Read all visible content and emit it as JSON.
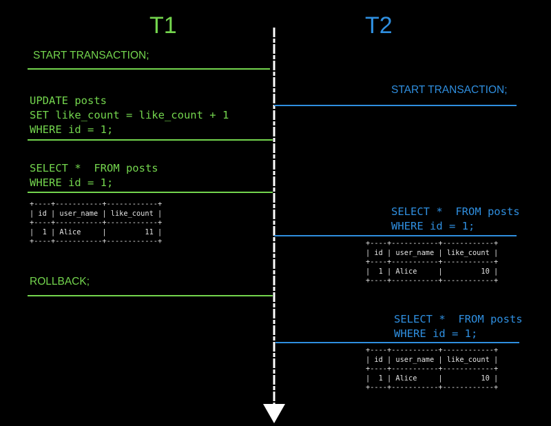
{
  "headers": {
    "t1": "T1",
    "t2": "T2"
  },
  "t1": {
    "start": "START TRANSACTION;",
    "update": "UPDATE posts\nSET like_count = like_count + 1\nWHERE id = 1;",
    "select": "SELECT *  FROM posts\nWHERE id = 1;",
    "result": "+----+-----------+------------+\n| id | user_name | like_count |\n+----+-----------+------------+\n|  1 | Alice     |         11 |\n+----+-----------+------------+",
    "rollback": "ROLLBACK;"
  },
  "t2": {
    "start": "START TRANSACTION;",
    "select1": "SELECT *  FROM posts\nWHERE id = 1;",
    "result1": "+----+-----------+------------+\n| id | user_name | like_count |\n+----+-----------+------------+\n|  1 | Alice     |         10 |\n+----+-----------+------------+",
    "select2": "SELECT *  FROM posts\nWHERE id = 1;",
    "result2": "+----+-----------+------------+\n| id | user_name | like_count |\n+----+-----------+------------+\n|  1 | Alice     |         10 |\n+----+-----------+------------+"
  },
  "colors": {
    "t1": "#74d64e",
    "t2": "#2f8fe0",
    "timeline": "#ffffff",
    "result_text": "#e2e2e2"
  },
  "icons": {
    "timeline_arrow": "arrow-down-icon"
  }
}
